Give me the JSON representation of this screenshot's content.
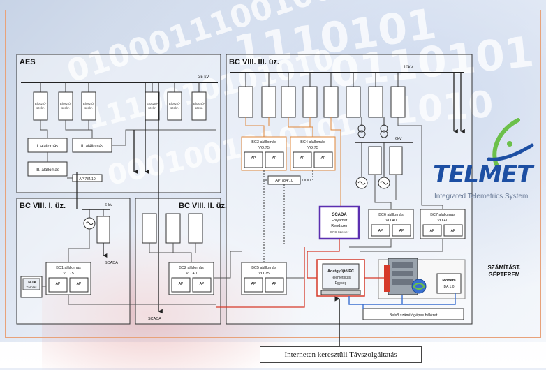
{
  "diagram": {
    "sections": {
      "aes": "AES",
      "bc_viii_iii": "BC VIII. III. üz.",
      "bc_viii_i": "BC VIII. I. üz.",
      "bc_viii_ii": "BC VIII. II. üz."
    },
    "bus_labels": {
      "aes": "35 kV",
      "bc3": "10kV",
      "bc3_lower": "6kV",
      "bc1": "6 kV"
    },
    "aes_stations": [
      "I. alállomás",
      "II. alállomás",
      "III. alállomás"
    ],
    "aes_link": "AP 784/10",
    "feeder_label": "Elosztó-\nszekrény",
    "bc1_rtu": {
      "title": "BC1 alállomás",
      "model": "VO.75"
    },
    "bc2_rtu": {
      "title": "BC2 alállomás",
      "model": "VO.40"
    },
    "bc3_rtu": {
      "title": "BC3 alállomás",
      "model": "VO.75"
    },
    "bc4_rtu": {
      "title": "BC4 alállomás",
      "model": "VO.75"
    },
    "bc5_rtu": {
      "title": "BC5 alállomás",
      "model": "VO.75"
    },
    "bc6_rtu": {
      "title": "BC6 alállomás",
      "model": "VO.40"
    },
    "bc7_rtu": {
      "title": "BC7 alállomás",
      "model": "VO.40"
    },
    "rtu_cells": [
      "AP",
      "AP"
    ],
    "ap_link": "AP 784/10",
    "scada_label": "SCADA",
    "scada_box": {
      "l1": "SCADA",
      "l2": "Folyamat",
      "l3": "Rendszer",
      "l4": "OPC Szerver"
    },
    "pc_box": {
      "l1": "Adatgyűjtő PC",
      "l2": "Telemetrikus",
      "l3": "Egység"
    },
    "left_device": {
      "l1": "DATA",
      "l2": "Tárolás"
    },
    "right_device": {
      "l1": "Modem",
      "l2": "DA 1.0"
    },
    "network_label": "Belső számítógépes hálózat",
    "room_label": {
      "l1": "SZÁMÍTÁST.",
      "l2": "GÉPTEREM"
    }
  },
  "logo": {
    "name": "TELMET",
    "tagline": "Integrated Telemetrics System",
    "colors": {
      "word": "#1d4fa3",
      "swoosh": "#6cc04a"
    }
  },
  "caption": "Interneten keresztüli Távszolgáltatás",
  "colors": {
    "frame": "#e8a27a",
    "line": "#333333",
    "orange": "#e0873a",
    "red": "#d63a2a",
    "blue": "#3a6fd0",
    "purple": "#5b2fb0"
  }
}
